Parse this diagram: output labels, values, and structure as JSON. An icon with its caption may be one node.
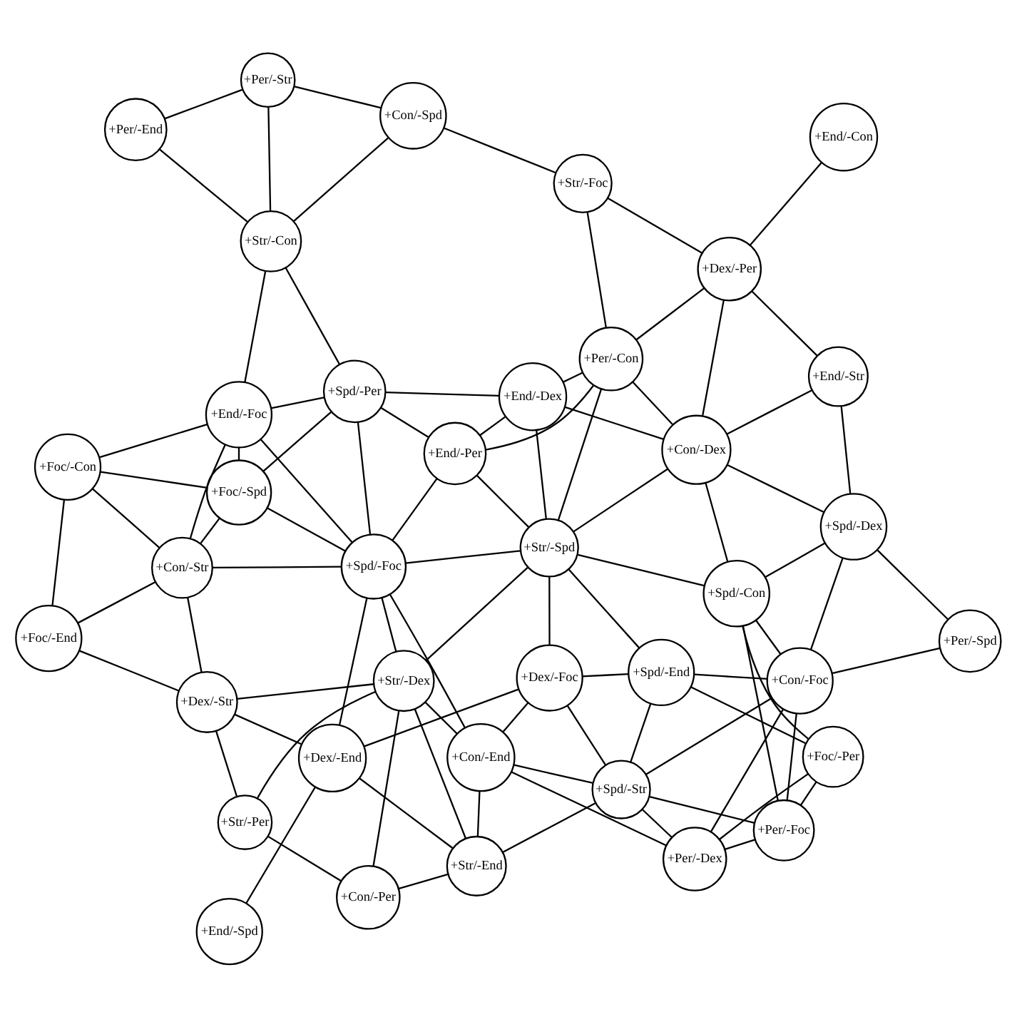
{
  "diagram": {
    "nodes": [
      {
        "text": [
          "+Foc/-End"
        ]
      },
      {
        "text": [
          "+End/-Spd"
        ]
      },
      {
        "text": [
          "+Str/-Per"
        ]
      },
      {
        "text": [
          "+Foc/-Con"
        ]
      },
      {
        "text": [
          "+Con/-Str"
        ]
      },
      {
        "text": [
          "+Dex/-Str"
        ]
      },
      {
        "text": [
          "+Con/-Per"
        ]
      },
      {
        "text": [
          "+Str/-End"
        ]
      },
      {
        "text": [
          "+Spd/-Str"
        ]
      },
      {
        "text": [
          "+Dex/-End"
        ]
      },
      {
        "text": [
          "+Str/-Dex"
        ]
      },
      {
        "text": [
          "+Con/-End"
        ]
      },
      {
        "text": [
          "+Per/-Dex"
        ]
      },
      {
        "text": [
          "+Foc/-Spd"
        ]
      },
      {
        "text": [
          "+End/-Foc"
        ]
      },
      {
        "text": [
          "+Spd/-Foc"
        ]
      },
      {
        "text": [
          "+Dex/-Foc"
        ]
      },
      {
        "text": [
          "+Per/-Foc"
        ]
      },
      {
        "text": [
          "+Per/-End"
        ]
      },
      {
        "text": [
          "+Foc/-Per"
        ]
      },
      {
        "text": [
          "+Spd/-Per"
        ]
      },
      {
        "text": [
          "+Str/-Con"
        ]
      },
      {
        "text": [
          "+End/-Per"
        ]
      },
      {
        "text": [
          "+Str/-Spd"
        ]
      },
      {
        "text": [
          "+Spd/-End"
        ]
      },
      {
        "text": [
          "+Con/-Foc"
        ]
      },
      {
        "text": [
          "+Per/-Str"
        ]
      },
      {
        "text": [
          "+Spd/-Con"
        ]
      },
      {
        "text": [
          "+End/-Dex"
        ]
      },
      {
        "text": [
          "+Per/-Spd"
        ]
      },
      {
        "text": [
          "+Con/-Spd"
        ]
      },
      {
        "text": [
          "+Spd/-Dex"
        ]
      },
      {
        "text": [
          "+Per/-Con"
        ]
      },
      {
        "text": [
          "+Con/-Dex"
        ]
      },
      {
        "text": [
          "+Str/-Foc"
        ]
      },
      {
        "text": [
          "+End/-Str"
        ]
      },
      {
        "text": [
          "+Dex/-Per"
        ]
      },
      {
        "text": [
          "+End/-Con"
        ]
      }
    ],
    "edges": [
      {
        "from": 0,
        "to": 3,
        "arrow": "none"
      },
      {
        "from": 0,
        "to": 4,
        "arrow": "none"
      },
      {
        "from": 0,
        "to": 5,
        "arrow": "none"
      },
      {
        "from": 3,
        "to": 4,
        "arrow": "none"
      },
      {
        "from": 4,
        "to": 5,
        "arrow": "none"
      },
      {
        "from": 3,
        "to": 14,
        "arrow": "none"
      },
      {
        "from": 3,
        "to": 13,
        "arrow": "none"
      },
      {
        "from": 4,
        "to": 14,
        "arrow": "none"
      },
      {
        "from": 4,
        "to": 13,
        "arrow": "none"
      },
      {
        "from": 4,
        "to": 15,
        "arrow": "none"
      },
      {
        "from": 14,
        "to": 13,
        "arrow": "none"
      },
      {
        "from": 14,
        "to": 15,
        "arrow": "none"
      },
      {
        "from": 14,
        "to": 21,
        "arrow": "none"
      },
      {
        "from": 14,
        "to": 20,
        "arrow": "none"
      },
      {
        "from": 13,
        "to": 20,
        "arrow": "none"
      },
      {
        "from": 13,
        "to": 15,
        "arrow": "none"
      },
      {
        "from": 1,
        "to": 9,
        "arrow": "none"
      },
      {
        "from": 5,
        "to": 9,
        "arrow": "none"
      },
      {
        "from": 5,
        "to": 2,
        "arrow": "none"
      },
      {
        "from": 5,
        "to": 10,
        "arrow": "none"
      },
      {
        "from": 9,
        "to": 7,
        "arrow": "none"
      },
      {
        "from": 9,
        "to": 15,
        "arrow": "none"
      },
      {
        "from": 9,
        "to": 16,
        "arrow": "none"
      },
      {
        "from": 15,
        "to": 10,
        "arrow": "none"
      },
      {
        "from": 15,
        "to": 11,
        "arrow": "none"
      },
      {
        "from": 15,
        "to": 23,
        "arrow": "none"
      },
      {
        "from": 15,
        "to": 22,
        "arrow": "none"
      },
      {
        "from": 15,
        "to": 20,
        "arrow": "none"
      },
      {
        "from": 2,
        "to": 6,
        "arrow": "none"
      },
      {
        "from": 2,
        "to": 10,
        "arrow": "none"
      },
      {
        "from": 6,
        "to": 7,
        "arrow": "none"
      },
      {
        "from": 6,
        "to": 10,
        "arrow": "none"
      },
      {
        "from": 7,
        "to": 8,
        "arrow": "none"
      },
      {
        "from": 7,
        "to": 10,
        "arrow": "none"
      },
      {
        "from": 7,
        "to": 11,
        "arrow": "none"
      },
      {
        "from": 10,
        "to": 11,
        "arrow": "none"
      },
      {
        "from": 11,
        "to": 12,
        "arrow": "none"
      },
      {
        "from": 11,
        "to": 8,
        "arrow": "none"
      },
      {
        "from": 11,
        "to": 16,
        "arrow": "none"
      },
      {
        "from": 8,
        "to": 12,
        "arrow": "none"
      },
      {
        "from": 8,
        "to": 16,
        "arrow": "none"
      },
      {
        "from": 8,
        "to": 24,
        "arrow": "none"
      },
      {
        "from": 8,
        "to": 25,
        "arrow": "none"
      },
      {
        "from": 8,
        "to": 17,
        "arrow": "none"
      },
      {
        "from": 12,
        "to": 17,
        "arrow": "none"
      },
      {
        "from": 12,
        "to": 25,
        "arrow": "none"
      },
      {
        "from": 12,
        "to": 19,
        "arrow": "none"
      },
      {
        "from": 10,
        "to": 23,
        "arrow": "none"
      },
      {
        "from": 16,
        "to": 23,
        "arrow": "none"
      },
      {
        "from": 16,
        "to": 24,
        "arrow": "none"
      },
      {
        "from": 17,
        "to": 19,
        "arrow": "none"
      },
      {
        "from": 17,
        "to": 25,
        "arrow": "none"
      },
      {
        "from": 17,
        "to": 27,
        "arrow": "none"
      },
      {
        "from": 18,
        "to": 21,
        "arrow": "none"
      },
      {
        "from": 18,
        "to": 26,
        "arrow": "none"
      },
      {
        "from": 21,
        "to": 26,
        "arrow": "none"
      },
      {
        "from": 21,
        "to": 20,
        "arrow": "none"
      },
      {
        "from": 21,
        "to": 30,
        "arrow": "none"
      },
      {
        "from": 26,
        "to": 30,
        "arrow": "none"
      },
      {
        "from": 20,
        "to": 22,
        "arrow": "none"
      },
      {
        "from": 20,
        "to": 28,
        "arrow": "none"
      },
      {
        "from": 22,
        "to": 23,
        "arrow": "none"
      },
      {
        "from": 22,
        "to": 28,
        "arrow": "none"
      },
      {
        "from": 22,
        "to": 32,
        "arrow": "none"
      },
      {
        "from": 28,
        "to": 23,
        "arrow": "none"
      },
      {
        "from": 28,
        "to": 32,
        "arrow": "none"
      },
      {
        "from": 28,
        "to": 33,
        "arrow": "none"
      },
      {
        "from": 30,
        "to": 34,
        "arrow": "none"
      },
      {
        "from": 34,
        "to": 32,
        "arrow": "none"
      },
      {
        "from": 34,
        "to": 36,
        "arrow": "none"
      },
      {
        "from": 37,
        "to": 36,
        "arrow": "none"
      },
      {
        "from": 23,
        "to": 24,
        "arrow": "none"
      },
      {
        "from": 23,
        "to": 27,
        "arrow": "none"
      },
      {
        "from": 23,
        "to": 32,
        "arrow": "none"
      },
      {
        "from": 23,
        "to": 33,
        "arrow": "none"
      },
      {
        "from": 24,
        "to": 19,
        "arrow": "none"
      },
      {
        "from": 24,
        "to": 25,
        "arrow": "none"
      },
      {
        "from": 19,
        "to": 27,
        "arrow": "none"
      },
      {
        "from": 25,
        "to": 27,
        "arrow": "none"
      },
      {
        "from": 25,
        "to": 31,
        "arrow": "none"
      },
      {
        "from": 25,
        "to": 29,
        "arrow": "none"
      },
      {
        "from": 27,
        "to": 33,
        "arrow": "none"
      },
      {
        "from": 27,
        "to": 31,
        "arrow": "none"
      },
      {
        "from": 29,
        "to": 31,
        "arrow": "none"
      },
      {
        "from": 33,
        "to": 32,
        "arrow": "none"
      },
      {
        "from": 33,
        "to": 31,
        "arrow": "none"
      },
      {
        "from": 33,
        "to": 35,
        "arrow": "none"
      },
      {
        "from": 33,
        "to": 36,
        "arrow": "none"
      },
      {
        "from": 31,
        "to": 35,
        "arrow": "none"
      },
      {
        "from": 32,
        "to": 36,
        "arrow": "none"
      },
      {
        "from": 36,
        "to": 35,
        "arrow": "none"
      }
    ]
  }
}
